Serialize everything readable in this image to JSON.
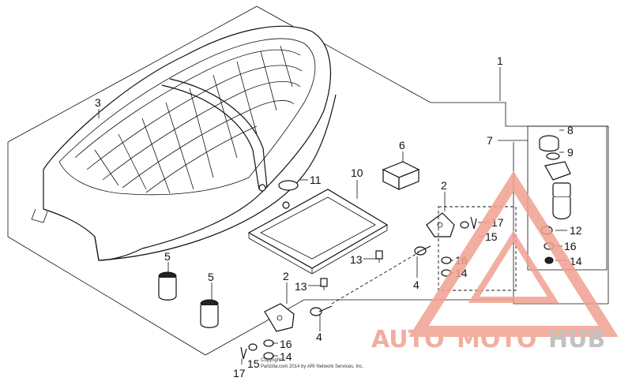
{
  "callouts": [
    "1",
    "2",
    "3",
    "4",
    "5",
    "6",
    "7",
    "8",
    "9",
    "10",
    "11",
    "12",
    "13",
    "14",
    "15",
    "16",
    "17"
  ],
  "labels": {
    "c1": "1",
    "c2a": "2",
    "c2b": "2",
    "c3": "3",
    "c4a": "4",
    "c4b": "4",
    "c5a": "5",
    "c5b": "5",
    "c6": "6",
    "c7": "7",
    "c8": "8",
    "c9": "9",
    "c10": "10",
    "c11": "11",
    "c12": "12",
    "c13a": "13",
    "c13b": "13",
    "c14a": "14",
    "c14b": "14",
    "c14c": "14",
    "c15a": "15",
    "c15b": "15",
    "c16a": "16",
    "c16b": "16",
    "c16c": "16",
    "c17a": "17",
    "c17b": "17"
  },
  "copyright": {
    "line1": "Copyright",
    "line2": "Partzilla.com 2014 by ARI Network Services, Inc."
  },
  "watermark": {
    "part1": "AUTO",
    "part2": "MOTO",
    "part3": "HUB"
  },
  "colors": {
    "watermark_red": "#f0a090",
    "watermark_grey": "#b8b8b8",
    "line": "#111111"
  }
}
